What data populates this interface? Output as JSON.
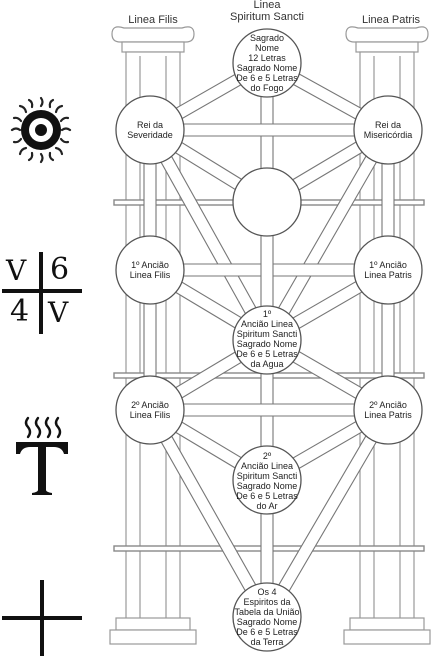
{
  "columns": {
    "left": "Linea Filis",
    "center": [
      "Linea",
      "Spiritum Sancti"
    ],
    "right": "Linea Patris"
  },
  "nodes": {
    "top": [
      "Sagrado",
      "Nome",
      "12 Letras",
      "Sagrado Nome",
      "De 6 e 5 Letras",
      "do Fogo"
    ],
    "severity": [
      "Rei da",
      "Severidade"
    ],
    "mercy": [
      "Rei da",
      "Misericórdia"
    ],
    "center_empty": [],
    "elder1_filis": [
      "1º Ancião",
      "Linea Filis"
    ],
    "elder1_patris": [
      "1º Ancião",
      "Linea Patris"
    ],
    "center_water": [
      "1º",
      "Ancião Linea",
      "Spiritum Sancti",
      "Sagrado Nome",
      "De 6 e 5 Letras",
      "da Agua"
    ],
    "elder2_filis": [
      "2º Ancião",
      "Linea Filis"
    ],
    "elder2_patris": [
      "2º Ancião",
      "Linea Patris"
    ],
    "center_air": [
      "2º",
      "Ancião  Linea",
      "Spiritum Sancti",
      "Sagrado Nome",
      "De 6 e 5 Letras",
      "do Ar"
    ],
    "bottom": [
      "Os 4",
      "Espiritos da",
      "Tabela da União",
      "Sagrado Nome",
      "De 6 e 5 Letras",
      "da Terra"
    ]
  },
  "symbols": {
    "fire": {
      "icon": "sun-eye-icon"
    },
    "water": {
      "icon": "cross-numbers-icon",
      "top_left": "V",
      "top_right": "6",
      "bottom_left": "4",
      "bottom_right": "V"
    },
    "air": {
      "icon": "tau-steam-icon"
    },
    "earth": {
      "icon": "plain-cross-icon"
    }
  }
}
